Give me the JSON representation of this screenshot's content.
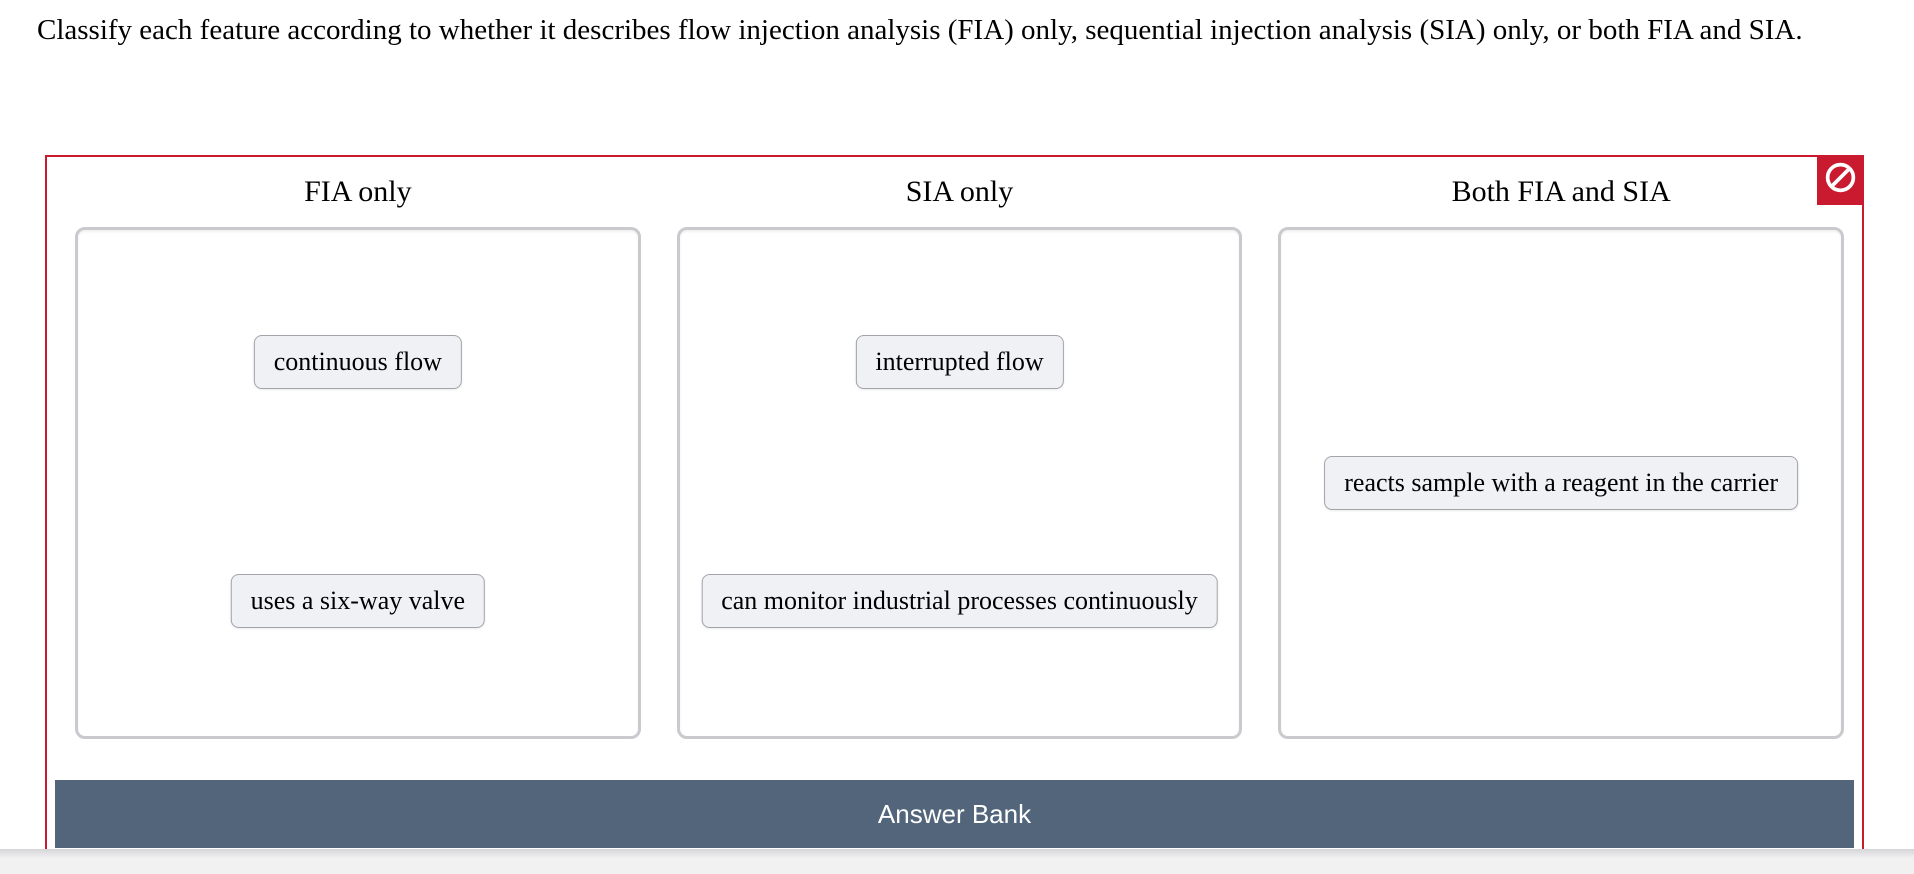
{
  "question": {
    "text": "Classify each feature according to whether it describes flow injection analysis (FIA) only, sequential injection analysis (SIA) only, or both FIA and SIA."
  },
  "board": {
    "status_icon": "no-symbol-icon",
    "columns": [
      {
        "label": "FIA only",
        "chips": [
          "continuous flow",
          "uses a six-way valve"
        ]
      },
      {
        "label": "SIA only",
        "chips": [
          "interrupted flow",
          "can monitor industrial processes continuously"
        ]
      },
      {
        "label": "Both FIA and SIA",
        "chips": [
          "reacts sample with a reagent in the carrier"
        ]
      }
    ],
    "answer_bank_label": "Answer Bank"
  },
  "colors": {
    "board_border": "#C91A2F",
    "badge_bg": "#C91A2F",
    "answer_bank_bg": "#52657B",
    "chip_bg": "#F0F1F5",
    "chip_border": "#A3A3AA",
    "zone_border": "#C9C9CE"
  }
}
